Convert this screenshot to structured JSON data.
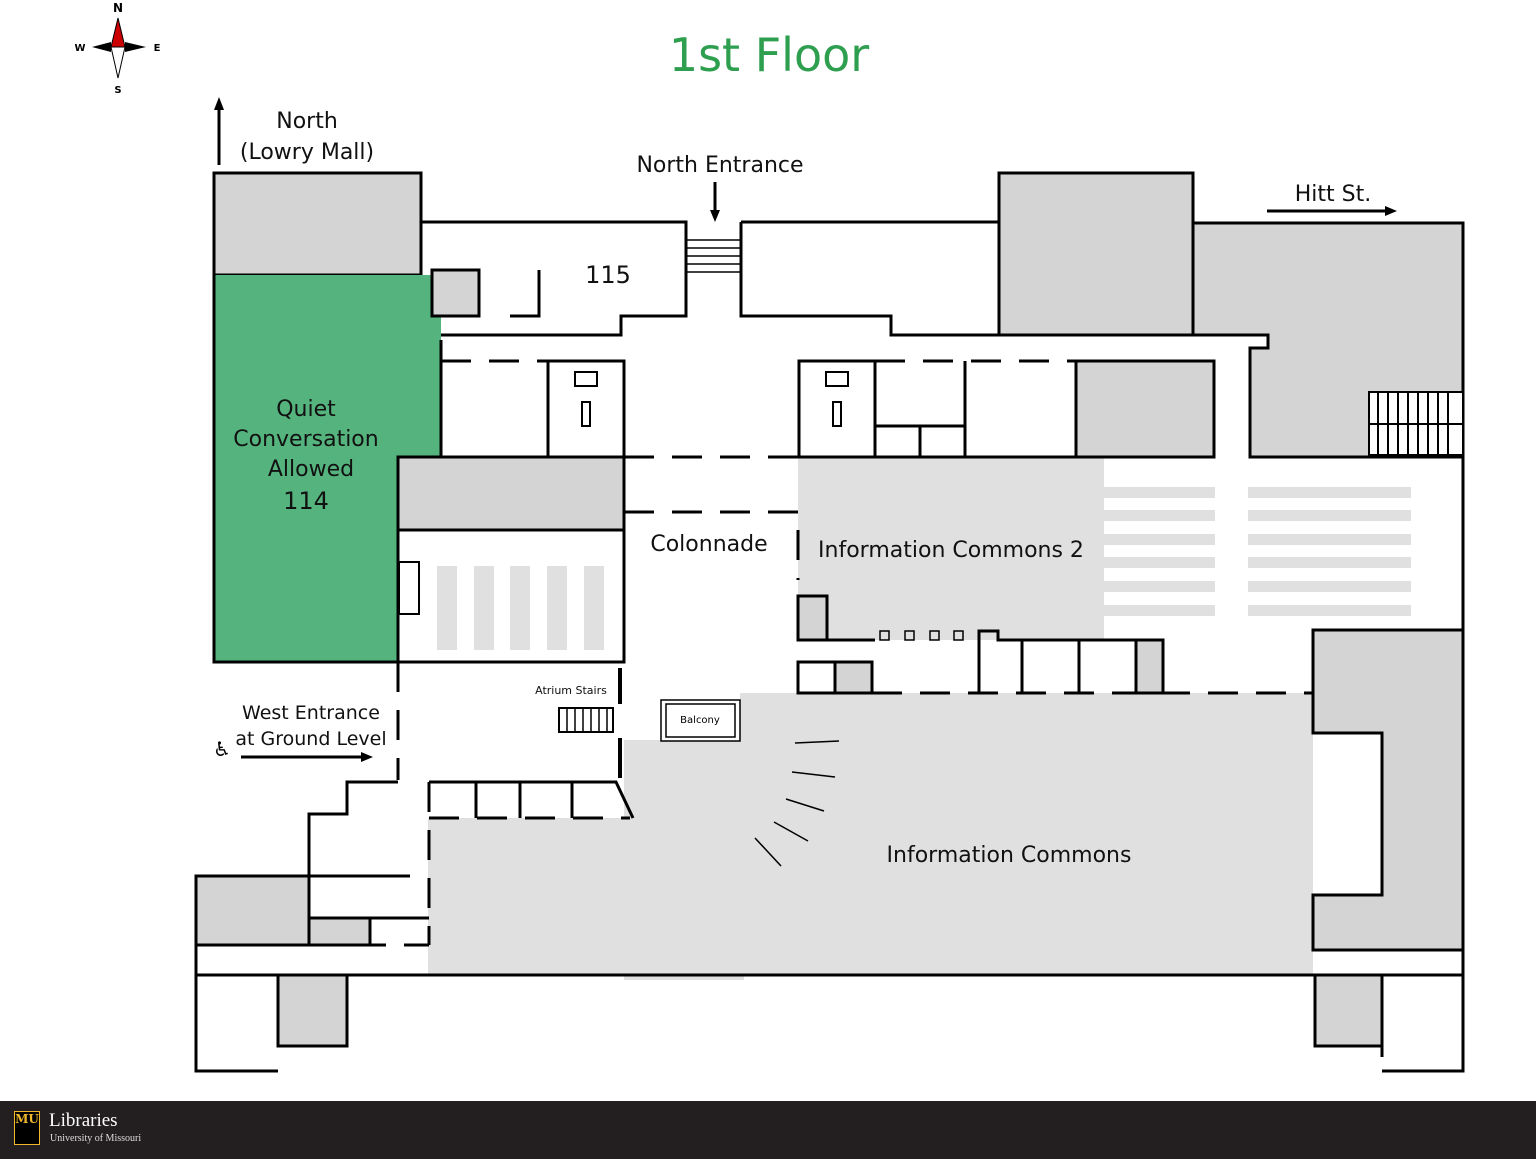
{
  "title": "1st Floor",
  "compass": {
    "n": "N",
    "s": "S",
    "e": "E",
    "w": "W"
  },
  "labels": {
    "north_line1": "North",
    "north_line2": "(Lowry Mall)",
    "north_entrance": "North Entrance",
    "hitt": "Hitt St.",
    "room_115": "115",
    "quiet1": "Quiet",
    "quiet2": "Conversation",
    "quiet3": "Allowed",
    "quiet_num": "114",
    "colonnade": "Colonnade",
    "ic2": "Information Commons 2",
    "ic": "Information Commons",
    "atrium": "Atrium Stairs",
    "balcony": "Balcony",
    "west1": "West Entrance",
    "west2": "at Ground Level"
  },
  "colors": {
    "title": "#2e9e4f",
    "quiet_room": "#55b47e",
    "footer": "#231f20",
    "logo_gold": "#f1b82d"
  },
  "footer": {
    "logo": "MU",
    "name": "Libraries",
    "sub": "University of Missouri"
  }
}
